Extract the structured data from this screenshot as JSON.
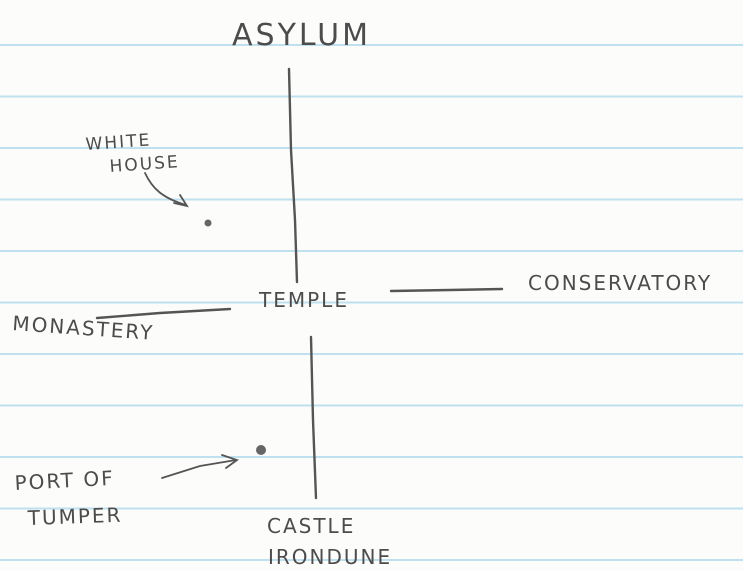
{
  "map": {
    "labels": {
      "asylum": "ASYLUM",
      "white_house_1": "WHITE",
      "white_house_2": "HOUSE",
      "temple": "TEMPLE",
      "conservatory": "CONSERVATORY",
      "monastery": "MONASTERY",
      "port_1": "PORT OF",
      "port_2": "TUMPER",
      "castle_1": "CASTLE",
      "castle_2": "IRONDUNE"
    },
    "colors": {
      "pencil": "#555555",
      "ruled_line": "#bfe0ef",
      "paper": "#fcfcfb"
    }
  }
}
